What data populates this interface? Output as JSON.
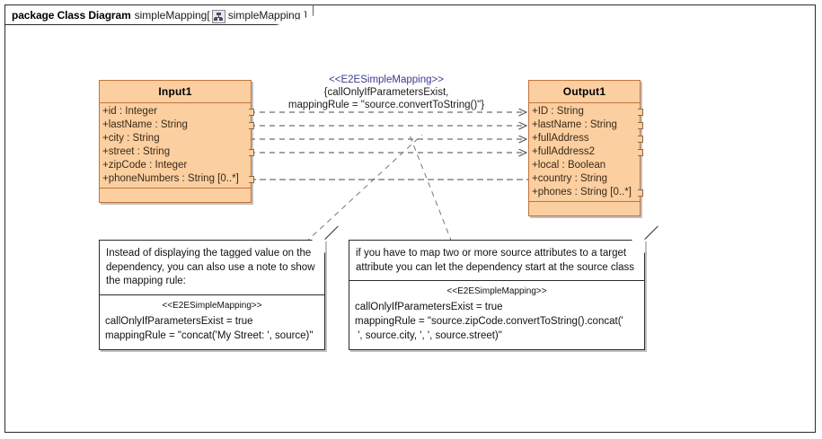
{
  "package_header": {
    "keyword": "package Class Diagram",
    "name": "simpleMapping[",
    "icon": "class-diagram-icon",
    "diagram_name": "simpleMapping",
    "bracket_close": "]"
  },
  "classes": [
    {
      "id": "input1",
      "name": "Input1",
      "attributes": [
        {
          "text": "+id : Integer",
          "port": true
        },
        {
          "text": "+lastName : String",
          "port": true
        },
        {
          "text": "+city : String",
          "port": false
        },
        {
          "text": "+street : String",
          "port": true
        },
        {
          "text": "+zipCode : Integer",
          "port": false
        },
        {
          "text": "+phoneNumbers : String [0..*]",
          "port": true
        }
      ]
    },
    {
      "id": "output1",
      "name": "Output1",
      "attributes": [
        {
          "text": "+ID : String",
          "port": true
        },
        {
          "text": "+lastName : String",
          "port": true
        },
        {
          "text": "+fullAddress",
          "port": true
        },
        {
          "text": "+fullAddress2",
          "port": true
        },
        {
          "text": "+local : Boolean",
          "port": false
        },
        {
          "text": "+country : String",
          "port": false
        },
        {
          "text": "+phones : String [0..*]",
          "port": true
        }
      ]
    }
  ],
  "dependency_label": {
    "stereotype": "<<E2ESimpleMapping>>",
    "constraint_line1": "{callOnlyIfParametersExist,",
    "constraint_line2": "mappingRule = \"source.convertToString()\"}",
    "stereotype_color": "#3b3b8f"
  },
  "notes": [
    {
      "id": "note-left",
      "body": "Instead of displaying the tagged value on the dependency, you can also use a note to show the mapping rule:",
      "tagged_stereotype": "<<E2ESimpleMapping>>",
      "tagged_lines": [
        "callOnlyIfParametersExist = true",
        "mappingRule = \"concat('My Street: ', source)\""
      ]
    },
    {
      "id": "note-right",
      "body": "if you have to map two or more source attributes to a target attribute you can let the dependency start at the source class",
      "tagged_stereotype": "<<E2ESimpleMapping>>",
      "tagged_lines": [
        "callOnlyIfParametersExist = true",
        "mappingRule = \"source.zipCode.convertToString().concat('",
        " ', source.city, ', ', source.street)\""
      ]
    }
  ],
  "style": {
    "class_fill": "#fbcfa0",
    "class_border": "#c1743c",
    "edge_color": "#4a4a4a",
    "frame_border": "#2b2b2b"
  }
}
